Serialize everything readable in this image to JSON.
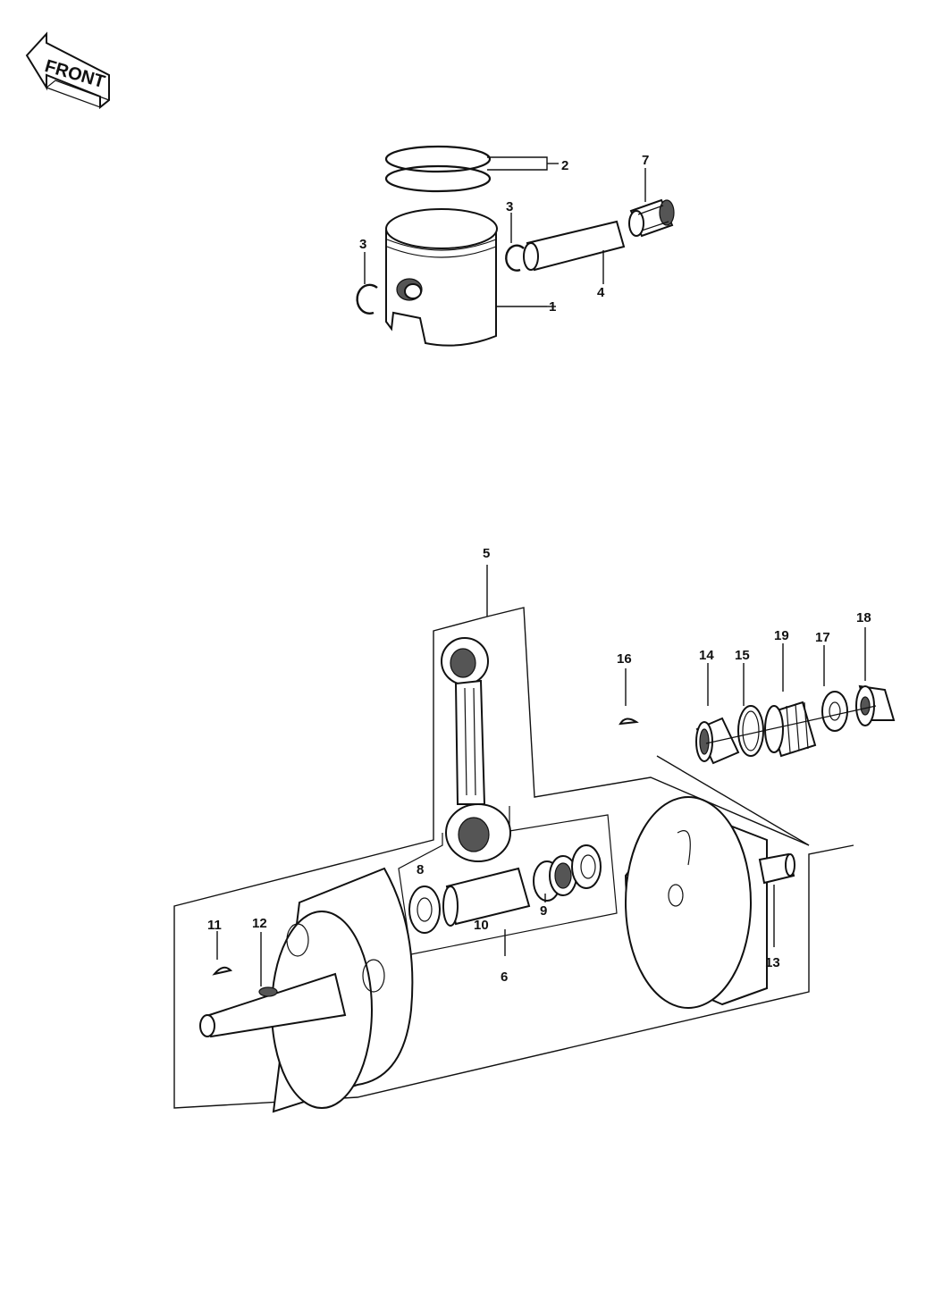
{
  "badge": {
    "text": "FRONT"
  },
  "callouts": {
    "c1": "1",
    "c2": "2",
    "c3a": "3",
    "c3b": "3",
    "c4": "4",
    "c5": "5",
    "c6": "6",
    "c7": "7",
    "c8": "8",
    "c9": "9",
    "c10": "10",
    "c11": "11",
    "c12": "12",
    "c13": "13",
    "c14": "14",
    "c15": "15",
    "c16": "16",
    "c17": "17",
    "c18": "18",
    "c19": "19"
  }
}
